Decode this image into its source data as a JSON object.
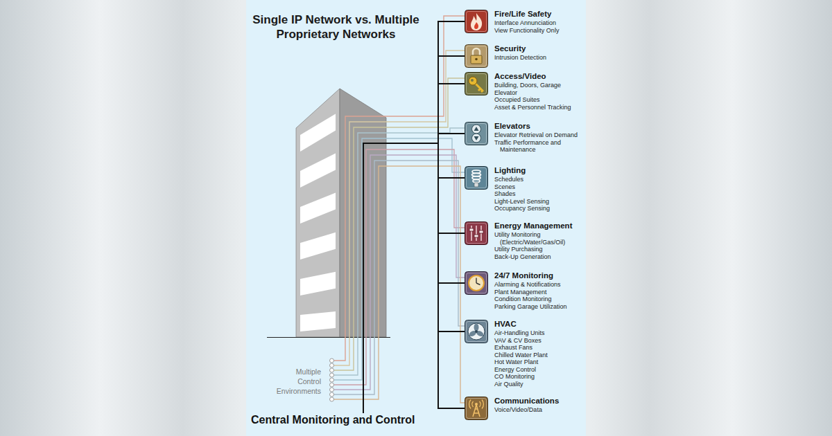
{
  "diagram": {
    "title": "Single IP Network vs. Multiple Proprietary Networks",
    "nodes": [
      {
        "text": [
          "Fire/Life Safety",
          "Interface Annunciation",
          "View Functionality Only"
        ]
      },
      {
        "text": [
          "Security",
          "Intrusion Detection"
        ]
      },
      {
        "text": [
          "Access/Video",
          "Building, Doors, Garage",
          "Elevator",
          "Occupied Suites",
          "Asset & Personnel Tracking"
        ]
      },
      {
        "text": [
          "Elevators",
          "Elevator Retrieval on Demand",
          "Traffic Performance and Maintenance"
        ]
      },
      {
        "text": [
          "Lighting",
          "Schedules",
          "Scenes",
          "Shades",
          "Light-Level Sensing",
          "Occupancy Sensing"
        ]
      },
      {
        "text": [
          "Energy Management",
          "Utility Monitoring (Electric/Water/Gas/Oil)",
          "Utility Purchasing",
          "Back-Up Generation"
        ]
      },
      {
        "text": [
          "24/7 Monitoring",
          "Alarming & Notifications",
          "Plant Management",
          "Condition Monitoring",
          "Parking Garage Utilization"
        ]
      },
      {
        "text": [
          "HVAC",
          "Air-Handling Units",
          "VAV & CV Boxes",
          "Exhaust Fans",
          "Chilled Water Plant",
          "Hot Water Plant",
          "Energy Control",
          "CO Monitoring",
          "Air Quality"
        ]
      },
      {
        "text": [
          "Communications",
          "Voice/Video/Data"
        ]
      },
      {
        "text": [
          "Central Monitoring and Control"
        ]
      }
    ],
    "edges": [
      {
        "from": 9,
        "to": 0,
        "arrow": "none"
      },
      {
        "from": 9,
        "to": 1,
        "arrow": "none"
      },
      {
        "from": 9,
        "to": 2,
        "arrow": "none"
      },
      {
        "from": 9,
        "to": 3,
        "arrow": "none"
      },
      {
        "from": 9,
        "to": 4,
        "arrow": "none"
      },
      {
        "from": 9,
        "to": 5,
        "arrow": "none"
      },
      {
        "from": 9,
        "to": 6,
        "arrow": "none"
      },
      {
        "from": 9,
        "to": 7,
        "arrow": "none"
      },
      {
        "from": 9,
        "to": 8,
        "arrow": "none"
      }
    ],
    "labels": [
      "Multiple Control Environments"
    ]
  }
}
